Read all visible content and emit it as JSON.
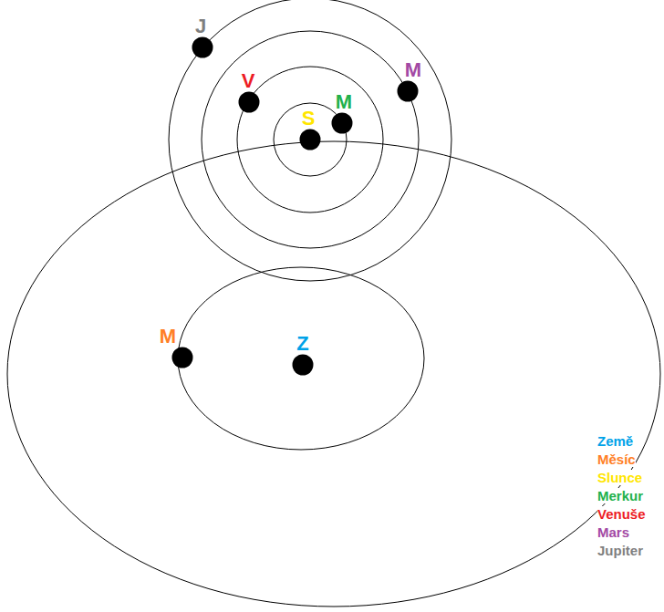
{
  "diagram": {
    "nodes": [
      {
        "text": [
          "J"
        ]
      },
      {
        "text": [
          "V"
        ]
      },
      {
        "text": [
          "M"
        ]
      },
      {
        "text": [
          "S"
        ]
      },
      {
        "text": [
          "M"
        ]
      },
      {
        "text": [
          "M"
        ]
      },
      {
        "text": [
          "Z"
        ]
      }
    ],
    "legend": [
      {
        "text": "Země",
        "color": "#00a2e8"
      },
      {
        "text": "Měsíc",
        "color": "#ff7f27"
      },
      {
        "text": "Slunce",
        "color": "#ffe600"
      },
      {
        "text": "Merkur",
        "color": "#22b14c"
      },
      {
        "text": "Venuše",
        "color": "#ed1c24"
      },
      {
        "text": "Mars",
        "color": "#a349a4"
      },
      {
        "text": "Jupiter",
        "color": "#7f7f7f"
      }
    ]
  }
}
